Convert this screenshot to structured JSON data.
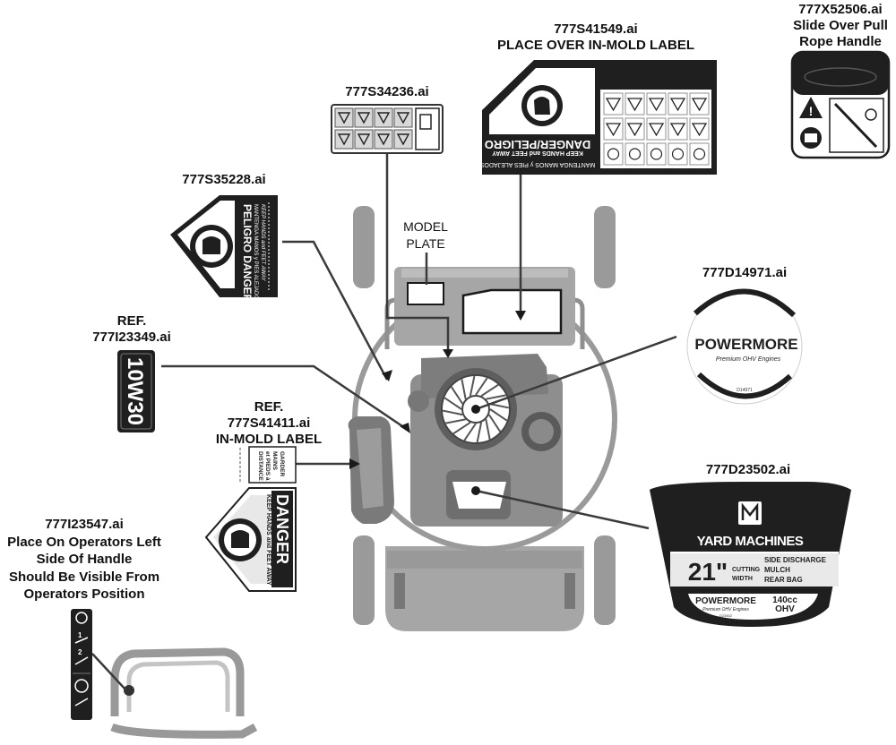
{
  "labels": {
    "s34236": {
      "part": "777S34236.ai"
    },
    "s41549": {
      "part": "777S41549.ai",
      "note": "PLACE OVER IN-MOLD LABEL",
      "sign": "DANGER/PELIGRO",
      "sub": "KEEP HANDS and FEET AWAY",
      "sub2": "MANTENGA MANOS y PIES ALEJADOS"
    },
    "x52506": {
      "part": "777X52506.ai",
      "note1": "Slide Over Pull",
      "note2": "Rope Handle"
    },
    "s35228": {
      "part": "777S35228.ai",
      "sign": "PELIGRO DANGER",
      "sub": "MANTENGA MANOS y PIES ALEJADOS",
      "sub2": "KEEP HANDS and FEET AWAY"
    },
    "model_plate": {
      "line1": "MODEL",
      "line2": "PLATE"
    },
    "d14971": {
      "part": "777D14971.ai",
      "brand": "POWERMORE",
      "tag": "Premium OHV Engines",
      "code": "D14971"
    },
    "i23349": {
      "ref": "REF.",
      "part": "777I23349.ai",
      "oil": "10W30"
    },
    "s41411": {
      "ref": "REF.",
      "part": "777S41411.ai",
      "note": "IN-MOLD LABEL",
      "sign": "DANGER",
      "sub": "KEEP HANDS and FEET AWAY",
      "side1": "GARDER",
      "side2": "MAINS",
      "side3": "et PIEDS à",
      "side4": "DISTANCE"
    },
    "d23502": {
      "part": "777D23502.ai",
      "brand": "YARD MACHINES",
      "size": "21\"",
      "cut1": "CUTTING",
      "cut2": "WIDTH",
      "opt1": "SIDE DISCHARGE",
      "opt2": "MULCH",
      "opt3": "REAR BAG",
      "engine": "POWERMORE",
      "engine_tag": "Premium OHV Engines",
      "cc": "140cc",
      "ohv": "OHV",
      "code": "D23502"
    },
    "i23547": {
      "part": "777I23547.ai",
      "note1": "Place On Operators Left",
      "note2": "Side Of Handle",
      "note3": "Should Be Visible From",
      "note4": "Operators Position"
    }
  },
  "colors": {
    "body": "#a9a9a9",
    "body_dark": "#7f7f7f",
    "ink": "#1a1a1a",
    "leader": "#3a3a3a"
  }
}
